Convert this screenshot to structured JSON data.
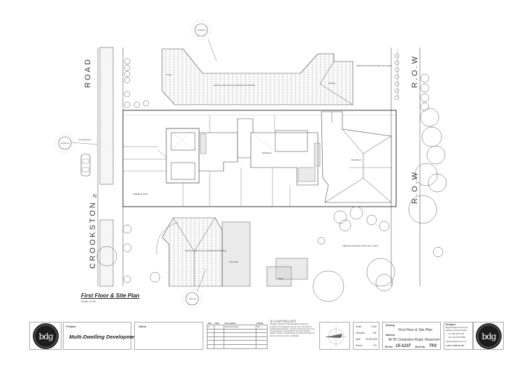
{
  "drawing": {
    "title": "First Floor & Site Plan",
    "scale_note": "Scale 1:100",
    "roads": {
      "left": "CROOKSTON  ROAD",
      "left_upper": "ROAD",
      "left_lower": "CROOKSTON",
      "right_upper": "R.O.W",
      "right_lower": "R.O.W"
    },
    "labels": {
      "subject_site": "SUBJECT SITE",
      "dwelling_2": "Dwelling 2",
      "dwelling_1": "Dwelling 1",
      "dwelling_3": "Dwelling 3",
      "sun_direction": "Sun Direction",
      "nature_strip": "Nature strip",
      "existing_dwelling": "Existing single storey weatherboard dwelling",
      "adjoining_space": "Adjoining secluded private open space",
      "garage": "Garage",
      "verandah": "Verandah",
      "shed": "Shed",
      "porch": "Porch",
      "sun_time_1": "10:00 am",
      "sun_time_2": "12:00 pm",
      "sun_time_3": "2:00 pm"
    }
  },
  "title_block": {
    "project_label": "Project",
    "project_name": "Multi-Dwelling Development",
    "client_label": "Client",
    "revisions": {
      "headers": [
        "Rev.",
        "Date",
        "Description",
        "Initials"
      ],
      "rows": [
        [
          "A",
          "",
          "Revised Quote",
          "FS"
        ]
      ]
    },
    "copyright_heading": "©COPYRIGHT",
    "copyright_text": "All rights reserved. These drawings remain the property of the designer and are not to be used for unauthorised purposes. No part of this document may be reproduced or transmitted in any form without written consent. Unauthorised use of this document in any form what so ever is prohibited.",
    "meta": [
      {
        "label": "Scale",
        "value": "1:100"
      },
      {
        "label": "Checked",
        "value": "A/F"
      },
      {
        "label": "Date",
        "value": "15.05.2015"
      },
      {
        "label": "Drawn",
        "value": "F.S"
      }
    ],
    "drawing_label": "Drawing",
    "drawing_name": "First Floor & Site Plan",
    "address_label": "Address",
    "address": "At 55 Crookston Road, Reservoir",
    "ref_label": "Ref No.",
    "ref_value": "15-1237",
    "sheet_label": "Sheet No.",
    "sheet_value": "TP2",
    "designer_label": "Designer",
    "designer_lines": [
      "Beyond Design Group Pty Ltd",
      "Melbourne Victoria Australia",
      "Ph: (03) 9470 1146",
      "Fax: (03) 9470 5388",
      "www.beyonddesign.com.au",
      "A.B.N. 73 095 137 307"
    ],
    "logo_text": "bdg"
  }
}
